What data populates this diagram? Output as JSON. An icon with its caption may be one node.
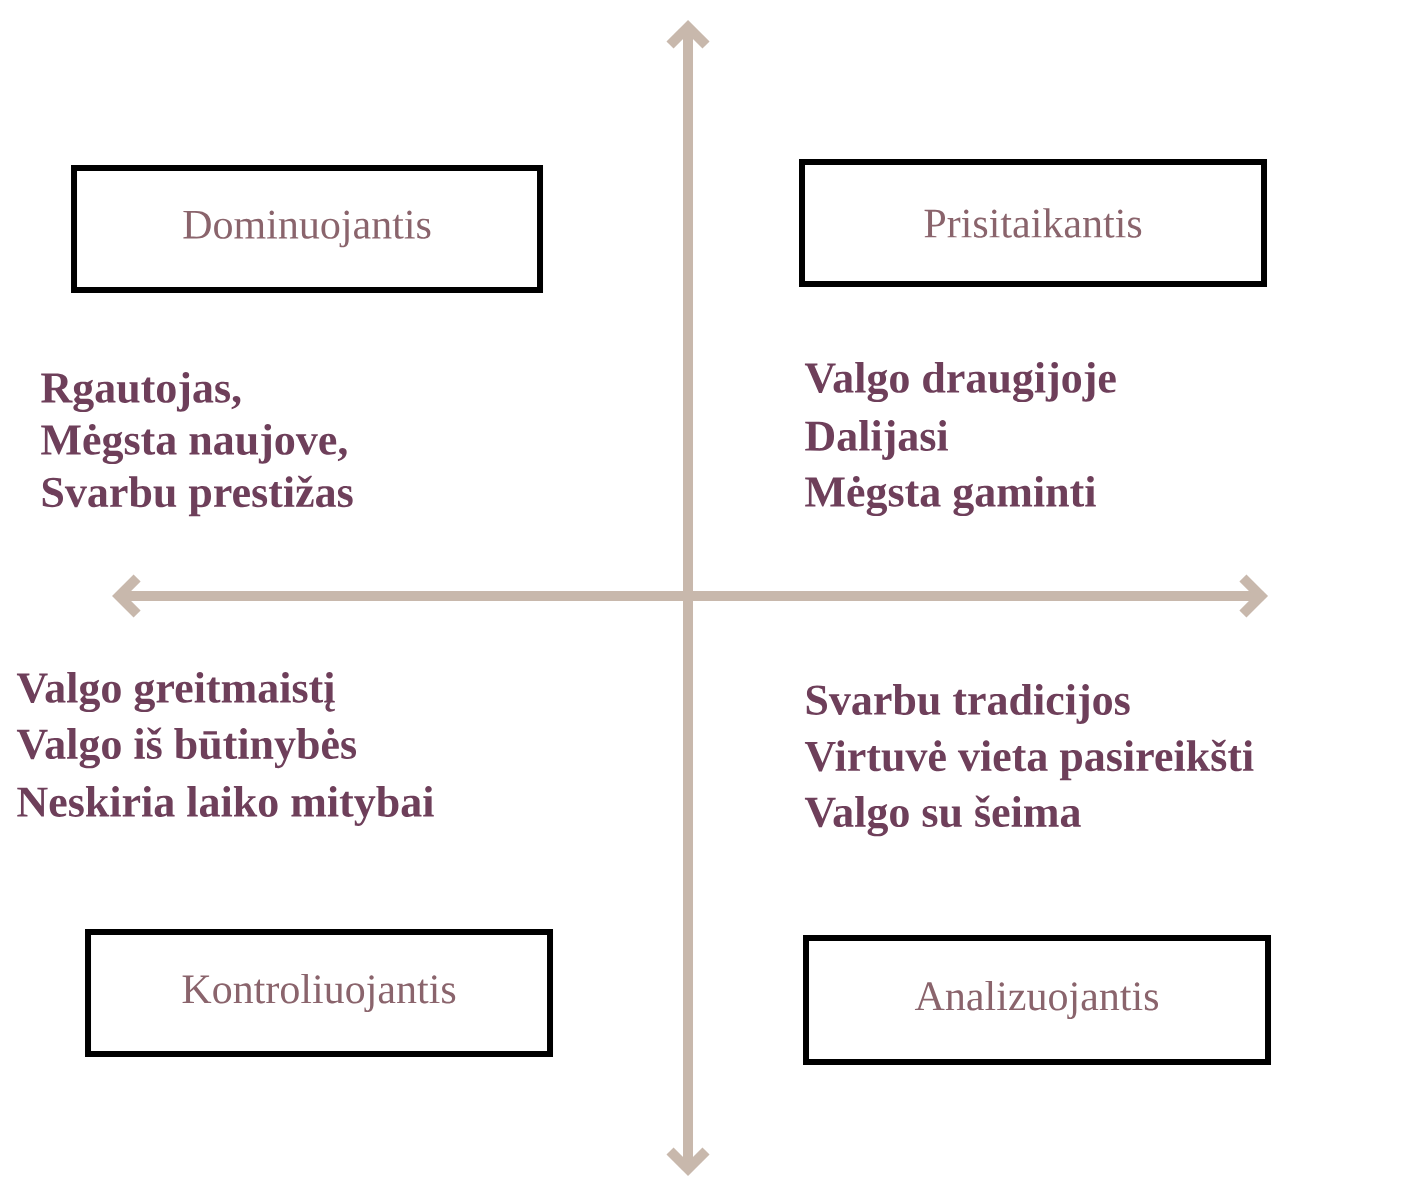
{
  "diagram": {
    "nodes": [
      {
        "text": [
          "Dominuojantis"
        ]
      },
      {
        "text": [
          "Prisitaikantis"
        ]
      },
      {
        "text": [
          "Kontroliuojantis"
        ]
      },
      {
        "text": [
          "Analizuojantis"
        ]
      }
    ],
    "labels": [
      "Rgautojas,",
      "Mėgsta naujove,",
      "Svarbu prestižas",
      "Valgo draugijoje",
      "Dalijasi",
      "Mėgsta gaminti",
      "Valgo greitmaistį",
      "Valgo iš būtinybės",
      "Neskiria laiko mitybai",
      "Svarbu tradicijos",
      "Virtuvė vieta pasireikšti",
      "Valgo su šeima"
    ]
  }
}
